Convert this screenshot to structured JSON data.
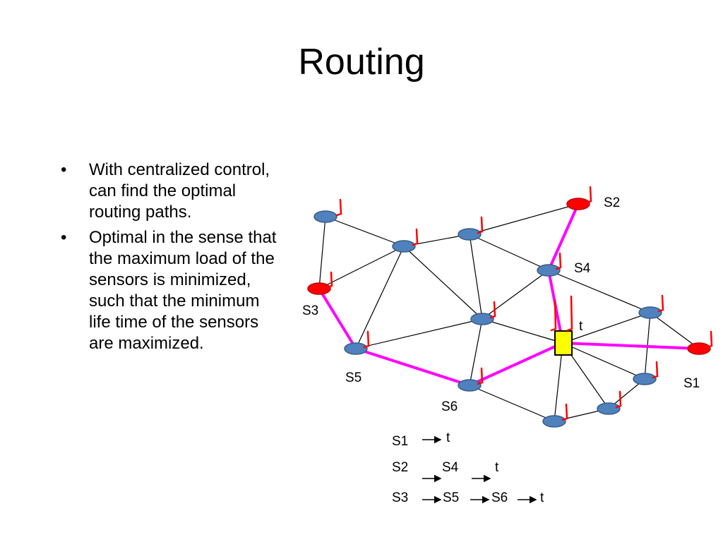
{
  "slide": {
    "title": "Routing",
    "bullets": [
      "With centralized control, can find the optimal routing paths.",
      "Optimal in the sense that the maximum load of the sensors is minimized, such that the minimum life time of the sensors are maximized."
    ],
    "bullet_glyph": "•"
  },
  "diagram": {
    "colors": {
      "sensor": "#4f81bd",
      "source": "#ff0000",
      "sink": "#ffff00",
      "route": "#ff00ff",
      "link": "#000000",
      "load_mark": "#ff0000"
    },
    "labels": {
      "S1": "S1",
      "S2": "S2",
      "S3": "S3",
      "S4": "S4",
      "S5": "S5",
      "S6": "S6",
      "t": "t"
    },
    "routes": [
      [
        "S1",
        "t"
      ],
      [
        "S2",
        "S4",
        "t"
      ],
      [
        "S3",
        "S5",
        "S6",
        "t"
      ]
    ]
  }
}
